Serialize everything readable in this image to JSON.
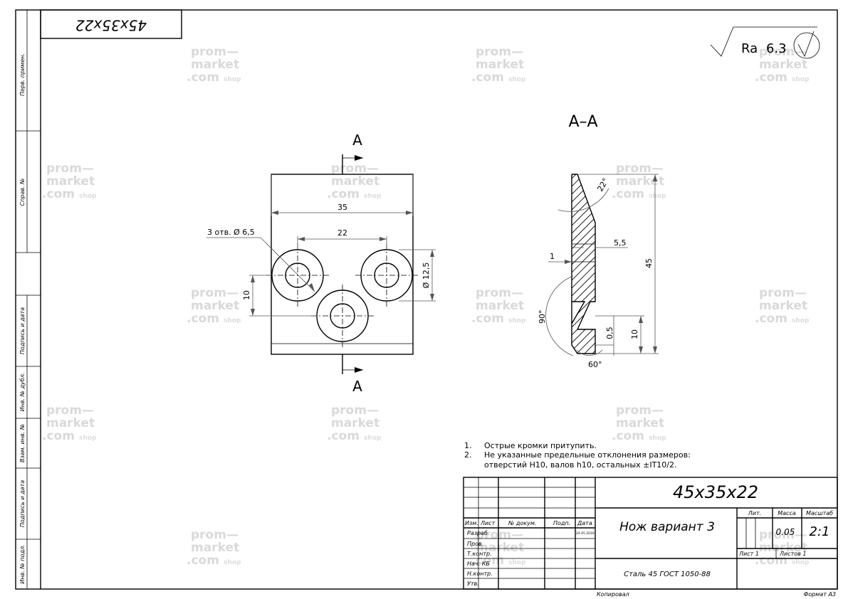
{
  "stamp_code_rotated": "45x35x22",
  "roughness": {
    "symbol": "Ra",
    "value": "6.3"
  },
  "section": {
    "title": "A–A",
    "marker": "A"
  },
  "dims_front": {
    "width": "35",
    "spacing": "22",
    "holes_note": "3 отв. Ø 6,5",
    "outer_dia": "Ø 12,5",
    "vert": "10"
  },
  "dims_section": {
    "angle_top": "22°",
    "thickness": "5,5",
    "step": "1",
    "height": "45",
    "angle_cs": "90°",
    "depth": "0,5",
    "lower": "10",
    "angle_bottom": "60°"
  },
  "notes": [
    {
      "num": "1.",
      "text": "Острые кромки притупить."
    },
    {
      "num": "2.",
      "text": "Не указанные предельные отклонения размеров:"
    },
    {
      "num": "",
      "text": "отверстий H10, валов h10, остальных ±IT10/2."
    }
  ],
  "side_labels": [
    "Перв. примен.",
    "Справ. №",
    "Подпись и дата",
    "Инв. № дубл.",
    "Взам. инв. №",
    "Подпись и дата",
    "Инв. № подл."
  ],
  "title_block": {
    "designation": "45x35x22",
    "name": "Нож вариант 3",
    "material": "Сталь 45 ГОСТ 1050-88",
    "lit_label": "Лит.",
    "mass_label": "Масса",
    "scale_label": "Масштаб",
    "mass": "0.05",
    "scale": "2:1",
    "sheet": "Лист 1",
    "sheets": "Листов 1",
    "columns": [
      "Изм.",
      "Лист",
      "№ докум.",
      "Подп.",
      "Дата"
    ],
    "roles": [
      "Разраб.",
      "Пров.",
      "Т.контр.",
      "Нач. КБ",
      "Н.контр.",
      "Утв."
    ],
    "date_small": "24.05.2016"
  },
  "footer": {
    "copied": "Копировал",
    "format": "Формат А3"
  },
  "watermark": {
    "line1": "prom—",
    "line2": "market",
    "line3": ".com",
    "suffix": "shop"
  }
}
